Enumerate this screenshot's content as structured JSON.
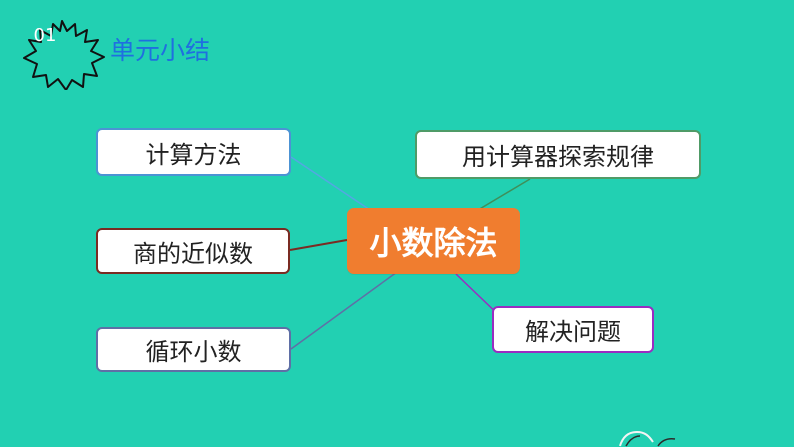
{
  "header": {
    "number": "01",
    "title": "单元小结"
  },
  "mindmap": {
    "center": "小数除法",
    "branches": {
      "calc_method": "计算方法",
      "approx": "商的近似数",
      "cycle": "循环小数",
      "rule": "用计算器探索规律",
      "solve": "解决问题"
    }
  },
  "colors": {
    "background": "#22d0b2",
    "accent": "#1f6fe0",
    "center": "#f07d2f",
    "calc_border": "#4c93d4",
    "approx_border": "#7a2b22",
    "cycle_border": "#5f6fa6",
    "rule_border": "#4f9b67",
    "solve_border": "#9a2cc2"
  },
  "icons": {
    "badge": "starburst-badge-icon",
    "corner": "hand-drawn-sketch-icon"
  }
}
